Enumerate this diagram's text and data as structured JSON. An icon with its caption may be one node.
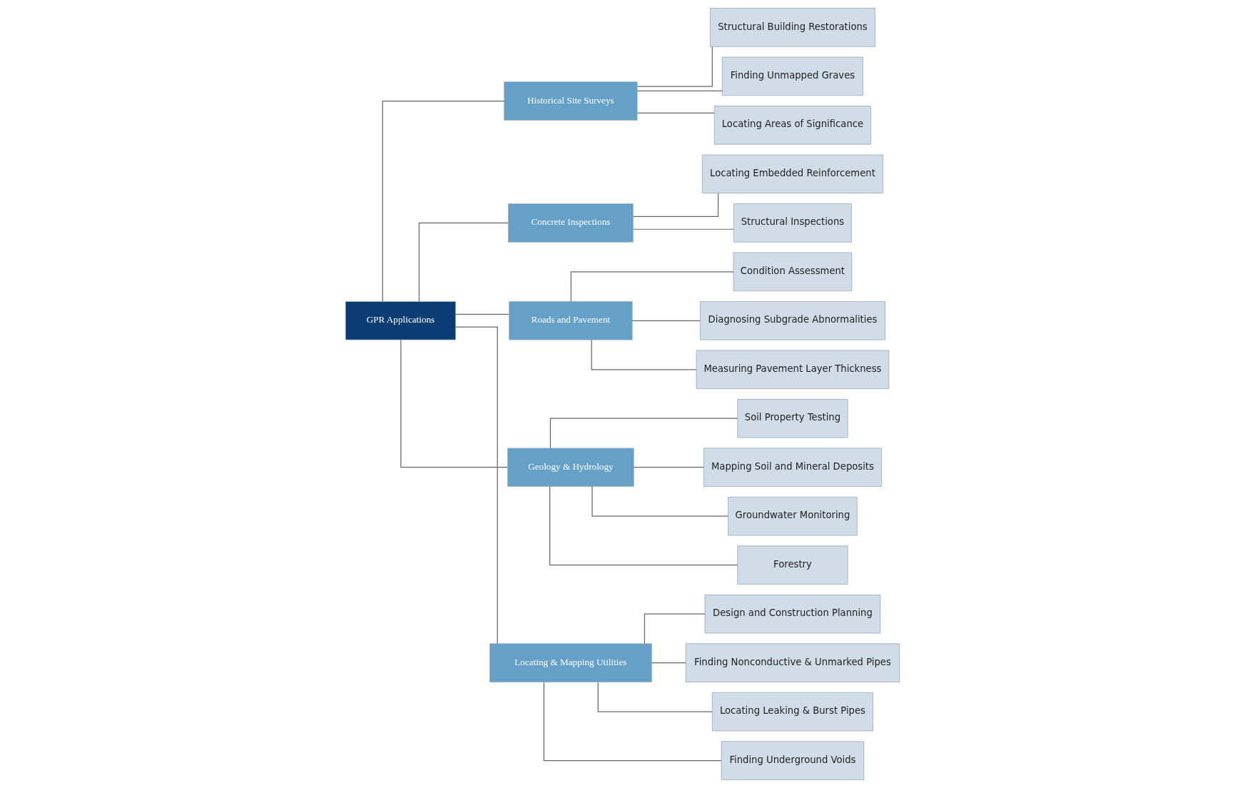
{
  "diagram": {
    "nodes": [
      {
        "text": [
          "GPR Applications"
        ]
      },
      {
        "text": [
          "Historical Site Surveys"
        ]
      },
      {
        "text": [
          "Structural Building Restorations"
        ]
      },
      {
        "text": [
          "Finding Unmapped Graves"
        ]
      },
      {
        "text": [
          "Locating Areas of Significance"
        ]
      },
      {
        "text": [
          "Concrete Inspections"
        ]
      },
      {
        "text": [
          "Locating Embedded Reinforcement"
        ]
      },
      {
        "text": [
          "Structural Inspections"
        ]
      },
      {
        "text": [
          "Roads and Pavement"
        ]
      },
      {
        "text": [
          "Condition Assessment"
        ]
      },
      {
        "text": [
          "Diagnosing Subgrade Abnormalities"
        ]
      },
      {
        "text": [
          "Measuring Pavement Layer Thickness"
        ]
      },
      {
        "text": [
          "Geology & Hydrology"
        ]
      },
      {
        "text": [
          "Soil Property Testing"
        ]
      },
      {
        "text": [
          "Mapping Soil and Mineral Deposits"
        ]
      },
      {
        "text": [
          "Groundwater Monitoring"
        ]
      },
      {
        "text": [
          "Forestry"
        ]
      },
      {
        "text": [
          "Locating & Mapping Utilities"
        ]
      },
      {
        "text": [
          "Design and Construction Planning"
        ]
      },
      {
        "text": [
          "Finding Nonconductive & Unmarked Pipes"
        ]
      },
      {
        "text": [
          "Locating Leaking & Burst Pipes"
        ]
      },
      {
        "text": [
          "Finding Underground Voids"
        ]
      }
    ],
    "edges": [
      {
        "from": 0,
        "to": 1,
        "arrow": "none"
      },
      {
        "from": 0,
        "to": 5,
        "arrow": "none"
      },
      {
        "from": 0,
        "to": 8,
        "arrow": "none"
      },
      {
        "from": 0,
        "to": 12,
        "arrow": "none"
      },
      {
        "from": 0,
        "to": 17,
        "arrow": "none"
      },
      {
        "from": 1,
        "to": 2,
        "arrow": "none"
      },
      {
        "from": 1,
        "to": 3,
        "arrow": "none"
      },
      {
        "from": 1,
        "to": 4,
        "arrow": "none"
      },
      {
        "from": 5,
        "to": 6,
        "arrow": "none"
      },
      {
        "from": 5,
        "to": 7,
        "arrow": "none"
      },
      {
        "from": 8,
        "to": 9,
        "arrow": "none"
      },
      {
        "from": 8,
        "to": 10,
        "arrow": "none"
      },
      {
        "from": 8,
        "to": 11,
        "arrow": "none"
      },
      {
        "from": 12,
        "to": 13,
        "arrow": "none"
      },
      {
        "from": 12,
        "to": 14,
        "arrow": "none"
      },
      {
        "from": 12,
        "to": 15,
        "arrow": "none"
      },
      {
        "from": 12,
        "to": 16,
        "arrow": "none"
      },
      {
        "from": 17,
        "to": 18,
        "arrow": "none"
      },
      {
        "from": 17,
        "to": 19,
        "arrow": "none"
      },
      {
        "from": 17,
        "to": 20,
        "arrow": "none"
      },
      {
        "from": 17,
        "to": 21,
        "arrow": "none"
      }
    ]
  }
}
